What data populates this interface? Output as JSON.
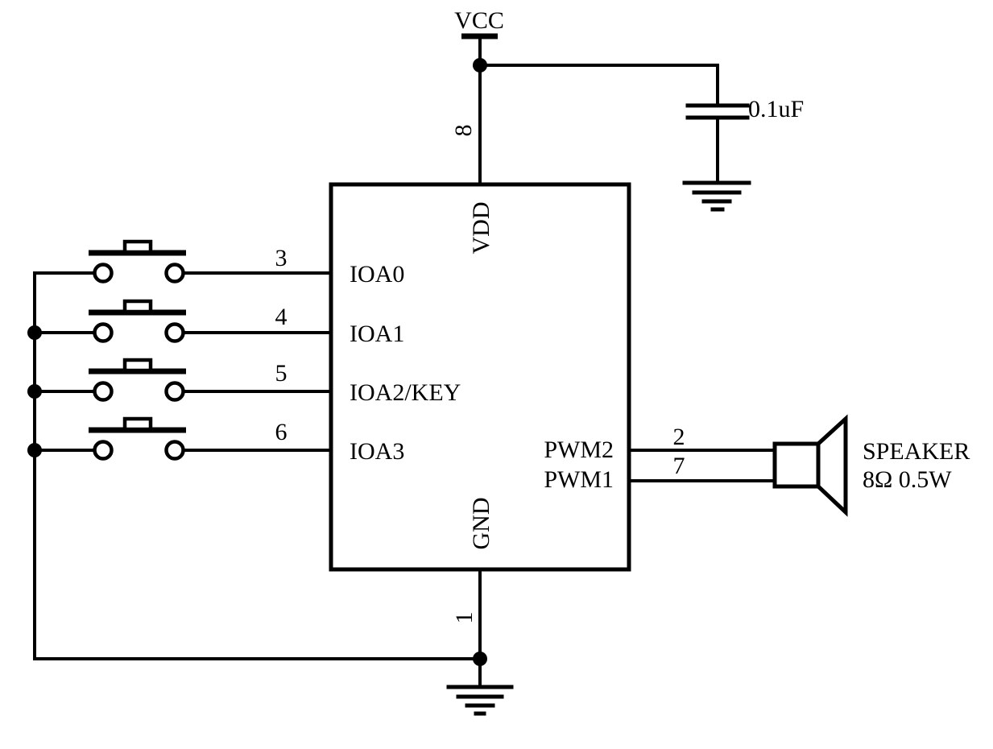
{
  "power": {
    "vcc_label": "VCC"
  },
  "capacitor": {
    "value": "0.1uF"
  },
  "ic": {
    "pins": {
      "vdd": {
        "label": "VDD",
        "number": "8"
      },
      "gnd": {
        "label": "GND",
        "number": "1"
      },
      "ioa0": {
        "label": "IOA0",
        "number": "3"
      },
      "ioa1": {
        "label": "IOA1",
        "number": "4"
      },
      "ioa2": {
        "label": "IOA2/KEY",
        "number": "5"
      },
      "ioa3": {
        "label": "IOA3",
        "number": "6"
      },
      "pwm2": {
        "label": "PWM2",
        "number": "2"
      },
      "pwm1": {
        "label": "PWM1",
        "number": "7"
      }
    }
  },
  "speaker": {
    "label": "SPEAKER",
    "spec": "8Ω 0.5W"
  },
  "colors": {
    "ink": "#000000",
    "background": "#ffffff"
  }
}
